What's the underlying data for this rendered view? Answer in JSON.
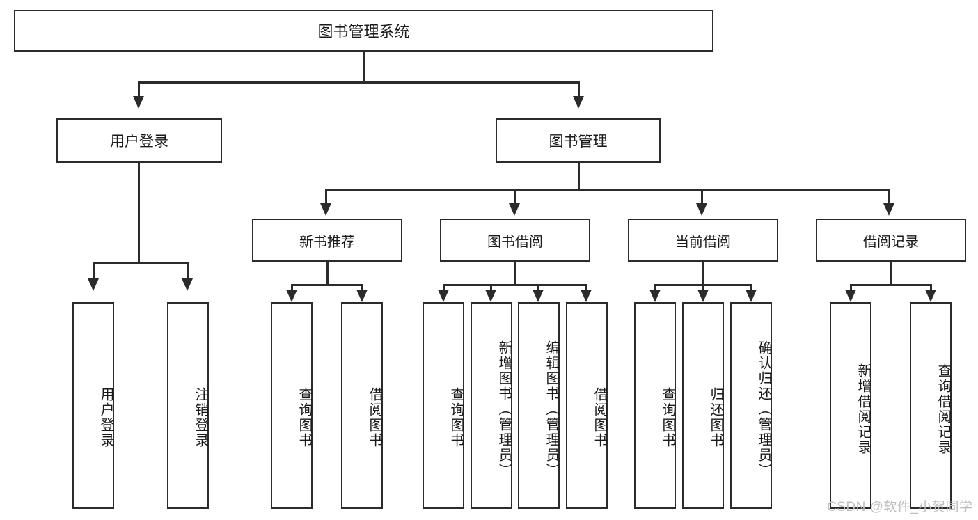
{
  "diagram": {
    "title": "图书管理系统",
    "type": "tree-hierarchy-chart",
    "root": {
      "label": "图书管理系统"
    },
    "level2": [
      {
        "label": "用户登录"
      },
      {
        "label": "图书管理"
      }
    ],
    "level3": [
      {
        "label": "新书推荐"
      },
      {
        "label": "图书借阅"
      },
      {
        "label": "当前借阅"
      },
      {
        "label": "借阅记录"
      }
    ],
    "leaves": {
      "user_login": [
        {
          "label": "用户登录"
        },
        {
          "label": "注销登录"
        }
      ],
      "new_book_recommend": [
        {
          "label": "查询图书"
        },
        {
          "label": "借阅图书"
        }
      ],
      "book_borrow": [
        {
          "label": "查询图书"
        },
        {
          "label": "新增图书（管理员）"
        },
        {
          "label": "编辑图书（管理员）"
        },
        {
          "label": "借阅图书"
        }
      ],
      "current_borrow": [
        {
          "label": "查询图书"
        },
        {
          "label": "归还图书"
        },
        {
          "label": "确认归还（管理员）"
        }
      ],
      "borrow_record": [
        {
          "label": "新增借阅记录"
        },
        {
          "label": "查询借阅记录"
        }
      ]
    }
  },
  "watermark": {
    "text": "CSDN @软件_小贺同学"
  },
  "colors": {
    "line": "#2b2b2b",
    "box_border": "#2b2b2b",
    "box_fill": "#ffffff",
    "text": "#1a1a1a",
    "watermark": "#bfbfbf",
    "background": "#ffffff"
  }
}
